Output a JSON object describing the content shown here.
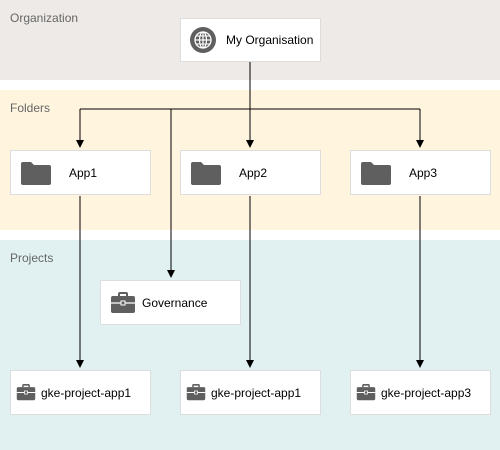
{
  "bands": {
    "organization": "Organization",
    "folders": "Folders",
    "projects": "Projects"
  },
  "nodes": {
    "org": {
      "label": "My Organisation",
      "icon": "globe-icon"
    },
    "folders": [
      {
        "label": "App1",
        "icon": "folder-icon"
      },
      {
        "label": "App2",
        "icon": "folder-icon"
      },
      {
        "label": "App3",
        "icon": "folder-icon"
      }
    ],
    "governance": {
      "label": "Governance",
      "icon": "briefcase-icon"
    },
    "projects": [
      {
        "label": "gke-project-app1",
        "icon": "briefcase-icon"
      },
      {
        "label": "gke-project-app1",
        "icon": "briefcase-icon"
      },
      {
        "label": "gke-project-app3",
        "icon": "briefcase-icon"
      }
    ]
  },
  "colors": {
    "organization_band": "#eeeae7",
    "folders_band": "#fff5df",
    "projects_band": "#e1f1f1",
    "icon": "#5f5f5f",
    "line": "#000000"
  }
}
